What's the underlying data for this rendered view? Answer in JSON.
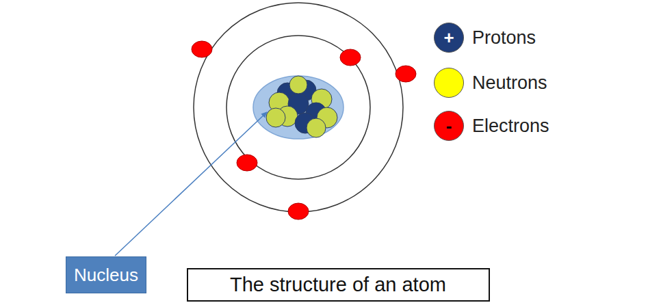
{
  "diagram": {
    "caption": "The structure of an atom",
    "nodes": [
      {
        "text": [
          "Nucleus"
        ]
      }
    ],
    "labels": [
      "+",
      "-"
    ],
    "legend": [
      {
        "text": "Protons",
        "color": "#1f3d7a"
      },
      {
        "text": "Neutrons",
        "color": "#ffff00"
      },
      {
        "text": "Electrons",
        "color": "#ff0000"
      }
    ]
  }
}
